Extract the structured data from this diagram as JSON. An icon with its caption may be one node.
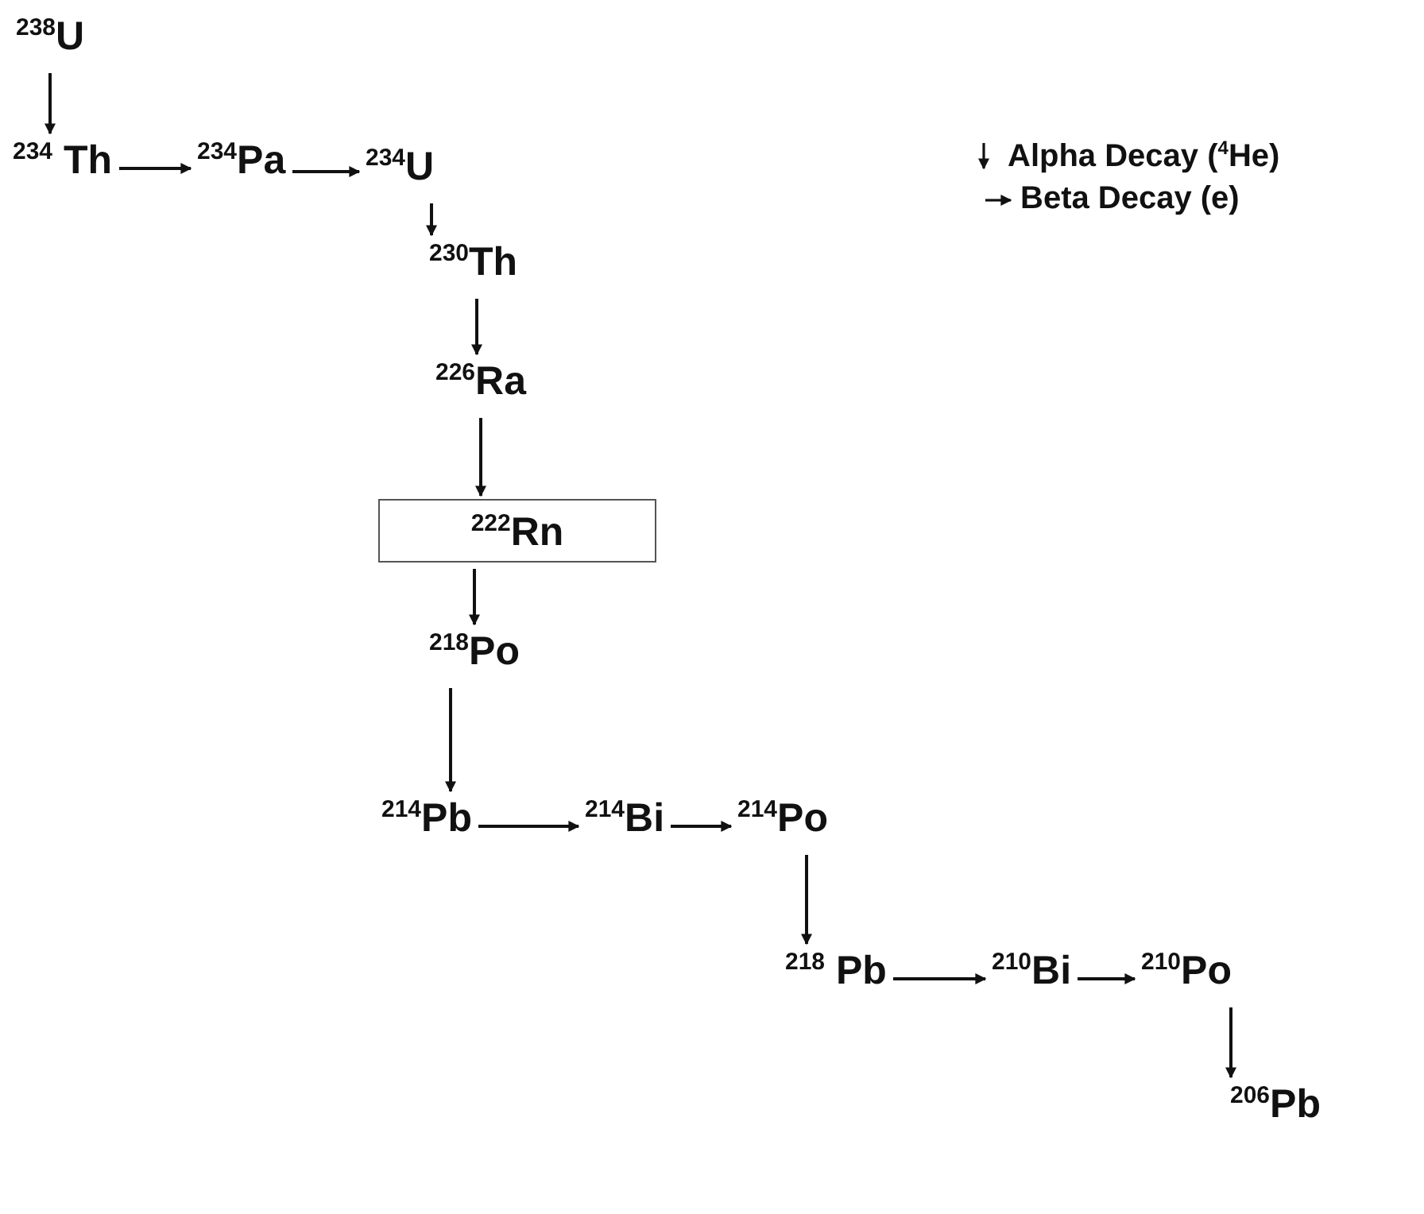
{
  "diagram": {
    "nodes": [
      {
        "text": [
          "$^{238}$U"
        ]
      },
      {
        "text": [
          "$^{234}$ Th"
        ]
      },
      {
        "text": [
          "$^{234}$Pa"
        ]
      },
      {
        "text": [
          "$^{234}$U"
        ]
      },
      {
        "text": [
          "$^{230}$Th"
        ]
      },
      {
        "text": [
          "$^{226}$Ra"
        ]
      },
      {
        "text": [
          "$^{222}$Rn"
        ]
      },
      {
        "text": [
          "$^{218}$Po"
        ]
      },
      {
        "text": [
          "$^{214}$Pb"
        ]
      },
      {
        "text": [
          "$^{214}$Bi"
        ]
      },
      {
        "text": [
          "$^{214}$Po"
        ]
      },
      {
        "text": [
          "$^{218}$ Pb"
        ]
      },
      {
        "text": [
          "$^{210}$Bi"
        ]
      },
      {
        "text": [
          "$^{210}$Po"
        ]
      },
      {
        "text": [
          "$^{206}$Pb"
        ]
      }
    ],
    "edges": [
      {
        "from": 0,
        "to": 1,
        "arrow": "to"
      },
      {
        "from": 1,
        "to": 2,
        "arrow": "to"
      },
      {
        "from": 2,
        "to": 3,
        "arrow": "to"
      },
      {
        "from": 3,
        "to": 4,
        "arrow": "to"
      },
      {
        "from": 4,
        "to": 5,
        "arrow": "to"
      },
      {
        "from": 5,
        "to": 6,
        "arrow": "to"
      },
      {
        "from": 6,
        "to": 7,
        "arrow": "to"
      },
      {
        "from": 7,
        "to": 8,
        "arrow": "to"
      },
      {
        "from": 8,
        "to": 9,
        "arrow": "to"
      },
      {
        "from": 9,
        "to": 10,
        "arrow": "to"
      },
      {
        "from": 10,
        "to": 11,
        "arrow": "to"
      },
      {
        "from": 11,
        "to": 12,
        "arrow": "to"
      },
      {
        "from": 12,
        "to": 13,
        "arrow": "to"
      },
      {
        "from": 13,
        "to": 14,
        "arrow": "to"
      }
    ],
    "legend": [
      {
        "text": "Alpha Decay ($^{4}$He)"
      },
      {
        "text": "Beta Decay (e)"
      }
    ]
  }
}
